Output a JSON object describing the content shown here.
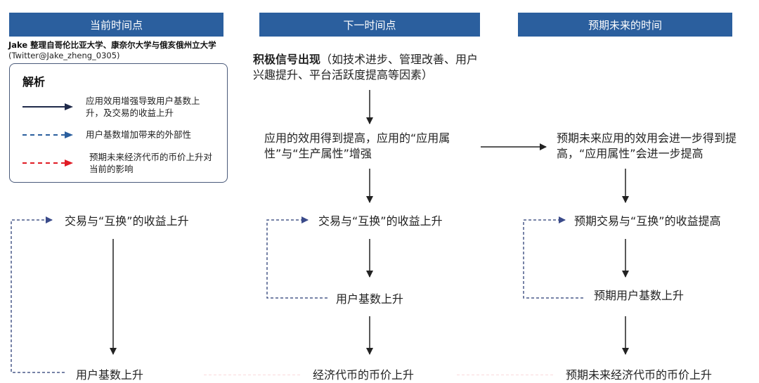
{
  "columns": [
    {
      "header": "当前时间点"
    },
    {
      "header": "下一时间点"
    },
    {
      "header": "预期未来的时间"
    }
  ],
  "credit": {
    "line1": "Jake 整理自哥伦比亚大学、康奈尔大学与俄亥俄州立大学",
    "line2": "(Twitter@Jake_zheng_0305)"
  },
  "legend": {
    "title": "解析",
    "items": [
      {
        "style": "solid",
        "color": "#1f2a4a",
        "text": "应用效用增强导致用户基数上升，及交易的收益上升"
      },
      {
        "style": "dashed",
        "color": "#2b5f9e",
        "text": "用户基数增加带来的外部性"
      },
      {
        "style": "dashed",
        "color": "#e01b24",
        "text": "预期未来经济代币的币价上升对当前的影响"
      }
    ]
  },
  "nodes": {
    "signal_bold": "积极信号出现",
    "signal_rest": "（如技术进步、管理改善、用户兴趣提升、平台活跃度提高等因素）",
    "utility_next": "应用的效用得到提高，应用的“应用属性”与“生产属性”增强",
    "utility_future": "预期未来应用的效用会进一步得到提高，“应用属性”会进一步提高",
    "col1_trade": "交易与“互换”的收益上升",
    "col1_users": "用户基数上升",
    "col2_trade": "交易与“互换”的收益上升",
    "col2_users": "用户基数上升",
    "col2_price": "经济代币的币价上升",
    "col3_trade": "预期交易与“互换”的收益提高",
    "col3_users": "预期用户基数上升",
    "col3_price": "预期未来经济代币的币价上升"
  },
  "colors": {
    "header_bg": "#2b5f9e",
    "solid_arrow": "#222222",
    "externality_dash": "#4a5a8a",
    "future_dash": "#e01b24"
  }
}
